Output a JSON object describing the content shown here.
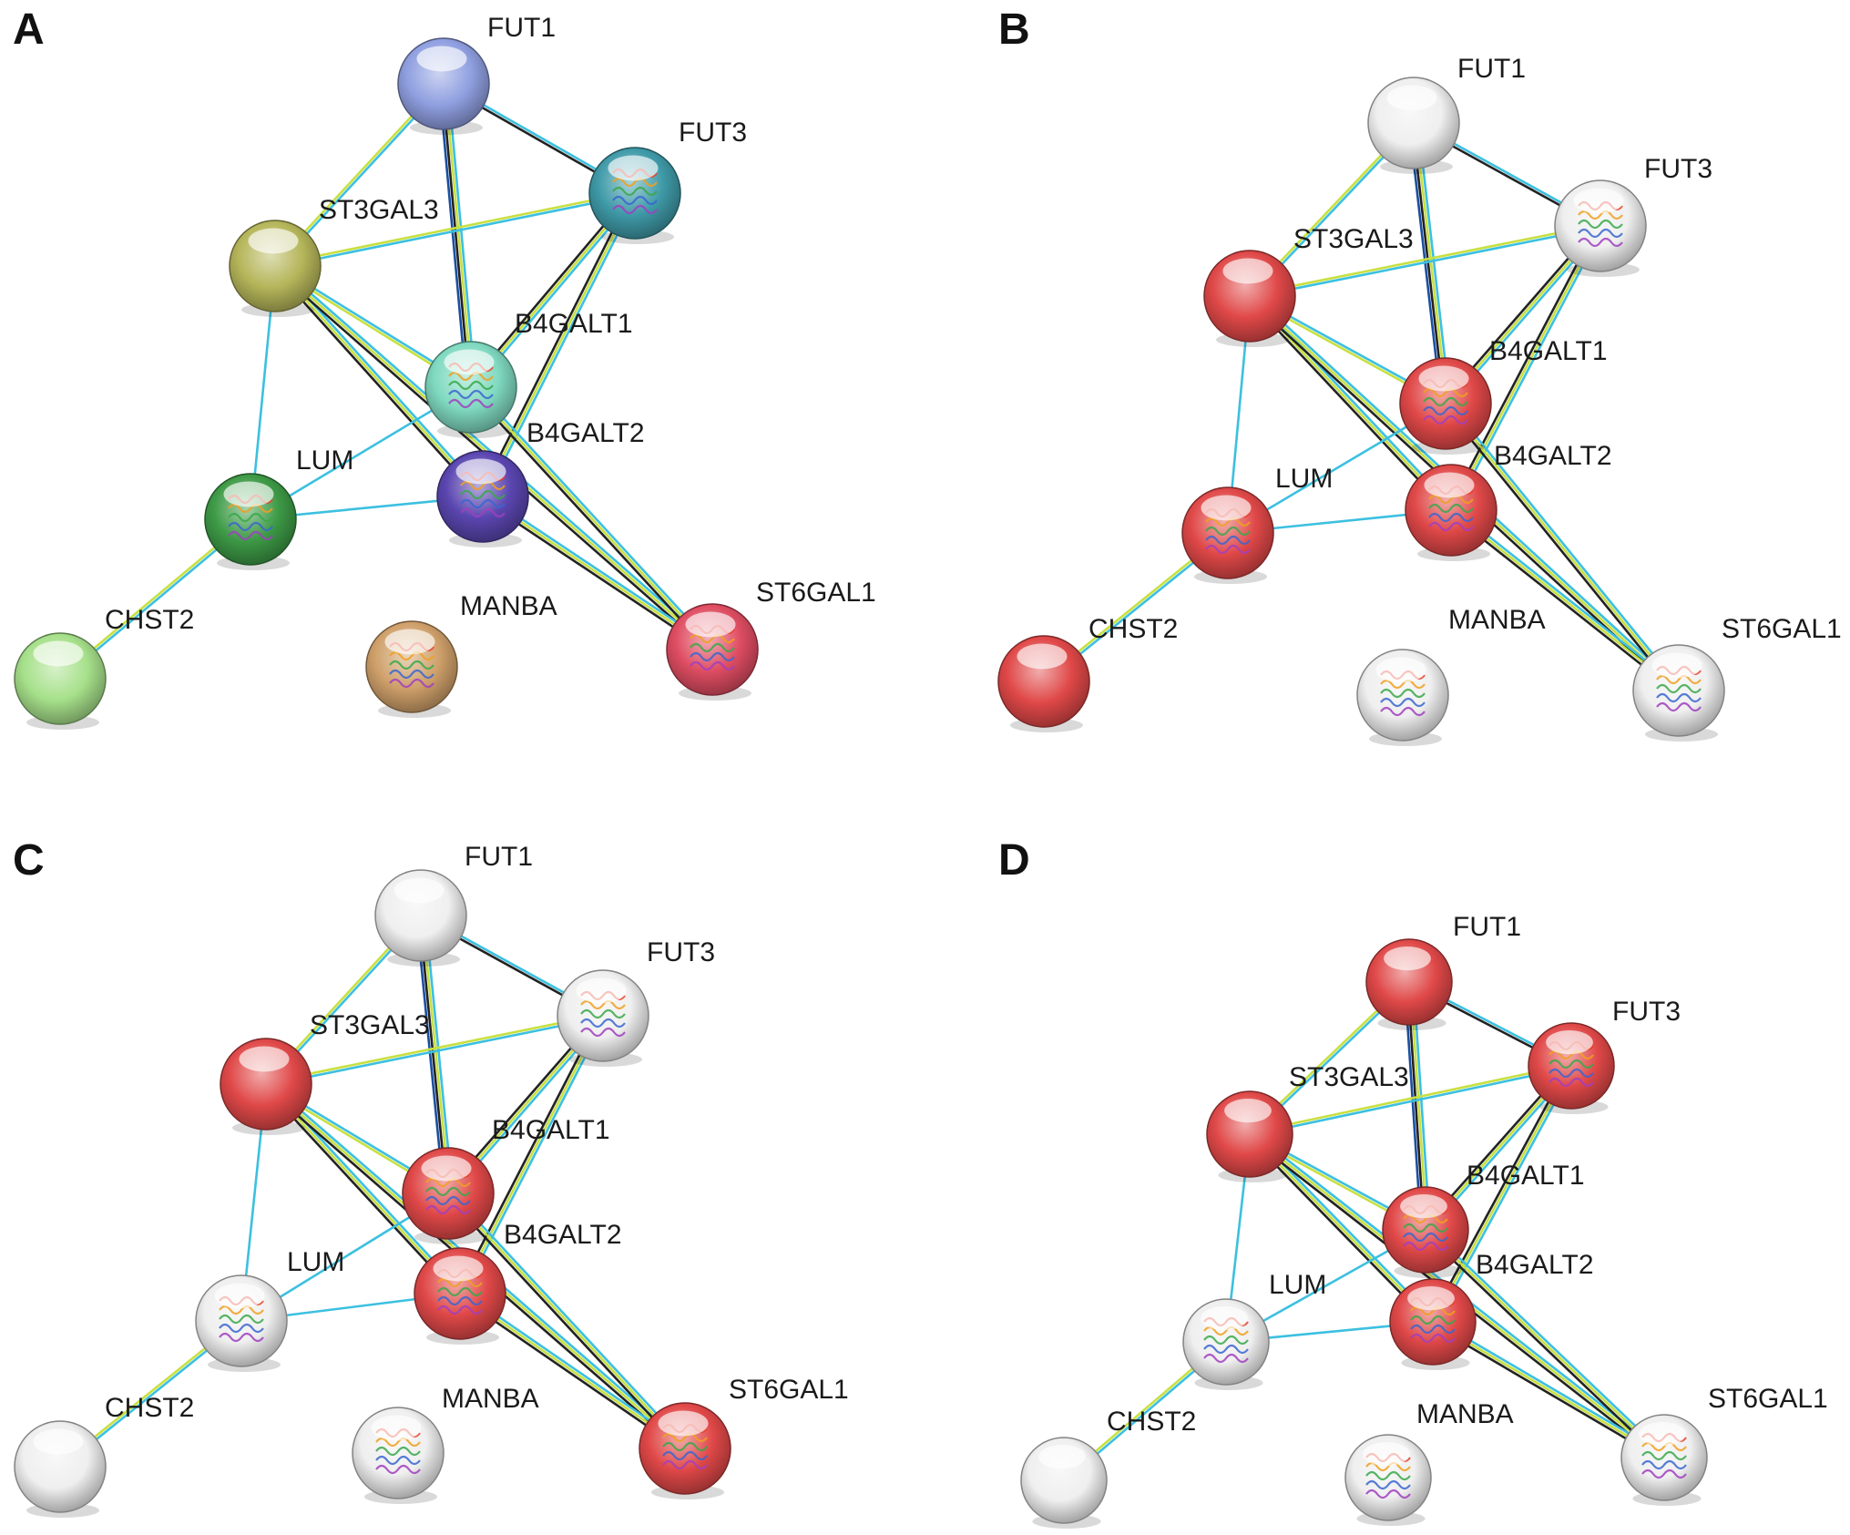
{
  "figure": {
    "panels": [
      {
        "letter": "A",
        "nodes": [
          {
            "id": "FUT1",
            "label": "FUT1",
            "color": "#8f9fe0",
            "structure": false
          },
          {
            "id": "FUT3",
            "label": "FUT3",
            "color": "#3f9aa8",
            "structure": true
          },
          {
            "id": "ST3GAL3",
            "label": "ST3GAL3",
            "color": "#b5b55a",
            "structure": false
          },
          {
            "id": "B4GALT1",
            "label": "B4GALT1",
            "color": "#7fd9c0",
            "structure": true
          },
          {
            "id": "B4GALT2",
            "label": "B4GALT2",
            "color": "#5a46b0",
            "structure": true
          },
          {
            "id": "LUM",
            "label": "LUM",
            "color": "#3d9a46",
            "structure": true
          },
          {
            "id": "CHST2",
            "label": "CHST2",
            "color": "#a6e08a",
            "structure": false
          },
          {
            "id": "MANBA",
            "label": "MANBA",
            "color": "#cfa06a",
            "structure": true
          },
          {
            "id": "ST6GAL1",
            "label": "ST6GAL1",
            "color": "#df4d62",
            "structure": true
          }
        ]
      },
      {
        "letter": "B",
        "nodes": [
          {
            "id": "FUT1",
            "label": "FUT1",
            "color": "#efefef",
            "structure": false
          },
          {
            "id": "FUT3",
            "label": "FUT3",
            "color": "#efefef",
            "structure": true
          },
          {
            "id": "ST3GAL3",
            "label": "ST3GAL3",
            "color": "#e04848",
            "structure": false
          },
          {
            "id": "B4GALT1",
            "label": "B4GALT1",
            "color": "#e04848",
            "structure": true
          },
          {
            "id": "B4GALT2",
            "label": "B4GALT2",
            "color": "#e04848",
            "structure": true
          },
          {
            "id": "LUM",
            "label": "LUM",
            "color": "#e04848",
            "structure": true
          },
          {
            "id": "CHST2",
            "label": "CHST2",
            "color": "#e04848",
            "structure": false
          },
          {
            "id": "MANBA",
            "label": "MANBA",
            "color": "#efefef",
            "structure": true
          },
          {
            "id": "ST6GAL1",
            "label": "ST6GAL1",
            "color": "#efefef",
            "structure": true
          }
        ]
      },
      {
        "letter": "C",
        "nodes": [
          {
            "id": "FUT1",
            "label": "FUT1",
            "color": "#efefef",
            "structure": false
          },
          {
            "id": "FUT3",
            "label": "FUT3",
            "color": "#efefef",
            "structure": true
          },
          {
            "id": "ST3GAL3",
            "label": "ST3GAL3",
            "color": "#e04848",
            "structure": false
          },
          {
            "id": "B4GALT1",
            "label": "B4GALT1",
            "color": "#e04848",
            "structure": true
          },
          {
            "id": "B4GALT2",
            "label": "B4GALT2",
            "color": "#e04848",
            "structure": true
          },
          {
            "id": "LUM",
            "label": "LUM",
            "color": "#efefef",
            "structure": true
          },
          {
            "id": "CHST2",
            "label": "CHST2",
            "color": "#efefef",
            "structure": false
          },
          {
            "id": "MANBA",
            "label": "MANBA",
            "color": "#efefef",
            "structure": true
          },
          {
            "id": "ST6GAL1",
            "label": "ST6GAL1",
            "color": "#e04848",
            "structure": true
          }
        ]
      },
      {
        "letter": "D",
        "nodes": [
          {
            "id": "FUT1",
            "label": "FUT1",
            "color": "#e04848",
            "structure": false
          },
          {
            "id": "FUT3",
            "label": "FUT3",
            "color": "#e04848",
            "structure": true
          },
          {
            "id": "ST3GAL3",
            "label": "ST3GAL3",
            "color": "#e04848",
            "structure": false
          },
          {
            "id": "B4GALT1",
            "label": "B4GALT1",
            "color": "#e04848",
            "structure": true
          },
          {
            "id": "B4GALT2",
            "label": "B4GALT2",
            "color": "#e04848",
            "structure": true
          },
          {
            "id": "LUM",
            "label": "LUM",
            "color": "#efefef",
            "structure": true
          },
          {
            "id": "CHST2",
            "label": "CHST2",
            "color": "#efefef",
            "structure": false
          },
          {
            "id": "MANBA",
            "label": "MANBA",
            "color": "#efefef",
            "structure": true
          },
          {
            "id": "ST6GAL1",
            "label": "ST6GAL1",
            "color": "#efefef",
            "structure": true
          }
        ]
      }
    ],
    "edges": [
      {
        "source": "FUT1",
        "target": "FUT3",
        "colors": [
          "#3cc0e0",
          "#222222"
        ]
      },
      {
        "source": "FUT1",
        "target": "ST3GAL3",
        "colors": [
          "#3cc0e0",
          "#c8e040"
        ]
      },
      {
        "source": "FUT1",
        "target": "B4GALT1",
        "colors": [
          "#3cc0e0",
          "#c8e040",
          "#222222",
          "#1a4fa0"
        ]
      },
      {
        "source": "FUT3",
        "target": "ST3GAL3",
        "colors": [
          "#3cc0e0",
          "#c8e040"
        ]
      },
      {
        "source": "FUT3",
        "target": "B4GALT1",
        "colors": [
          "#3cc0e0",
          "#c8e040",
          "#222222"
        ]
      },
      {
        "source": "FUT3",
        "target": "B4GALT2",
        "colors": [
          "#3cc0e0",
          "#c8e040",
          "#222222"
        ]
      },
      {
        "source": "ST3GAL3",
        "target": "B4GALT1",
        "colors": [
          "#3cc0e0",
          "#c8e040"
        ]
      },
      {
        "source": "ST3GAL3",
        "target": "B4GALT2",
        "colors": [
          "#3cc0e0",
          "#c8e040",
          "#222222"
        ]
      },
      {
        "source": "ST3GAL3",
        "target": "ST6GAL1",
        "colors": [
          "#3cc0e0",
          "#c8e040",
          "#222222"
        ]
      },
      {
        "source": "ST3GAL3",
        "target": "LUM",
        "colors": [
          "#3cc0e0"
        ]
      },
      {
        "source": "B4GALT1",
        "target": "LUM",
        "colors": [
          "#3cc0e0"
        ]
      },
      {
        "source": "B4GALT1",
        "target": "ST6GAL1",
        "colors": [
          "#3cc0e0",
          "#c8e040",
          "#222222"
        ]
      },
      {
        "source": "B4GALT2",
        "target": "LUM",
        "colors": [
          "#3cc0e0"
        ]
      },
      {
        "source": "B4GALT2",
        "target": "ST6GAL1",
        "colors": [
          "#3cc0e0",
          "#c8e040",
          "#222222"
        ]
      },
      {
        "source": "LUM",
        "target": "CHST2",
        "colors": [
          "#3cc0e0",
          "#c8e040"
        ]
      }
    ]
  }
}
